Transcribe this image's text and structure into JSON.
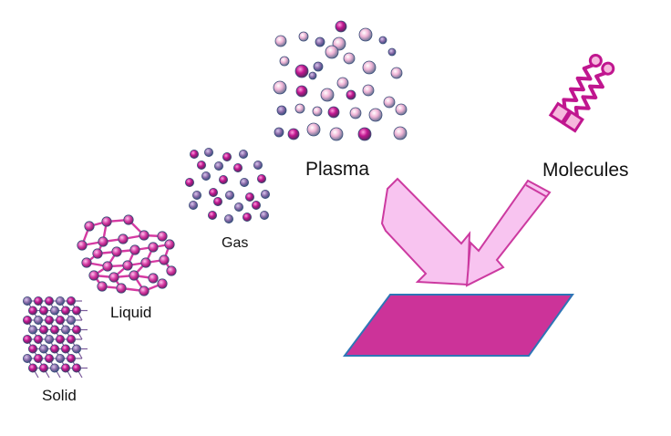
{
  "labels": {
    "solid": "Solid",
    "liquid": "Liquid",
    "gas": "Gas",
    "plasma": "Plasma",
    "molecules": "Molecules"
  },
  "colors": {
    "particle_magenta": "#c0168f",
    "particle_pink": "#f0b4d6",
    "particle_steel": "#5c6f95",
    "bond": "#d43aa2",
    "arrow_fill": "#f8c4f0",
    "arrow_stroke": "#cc3aa0",
    "substrate_fill": "#cc3399",
    "substrate_stroke": "#2e75b6"
  }
}
